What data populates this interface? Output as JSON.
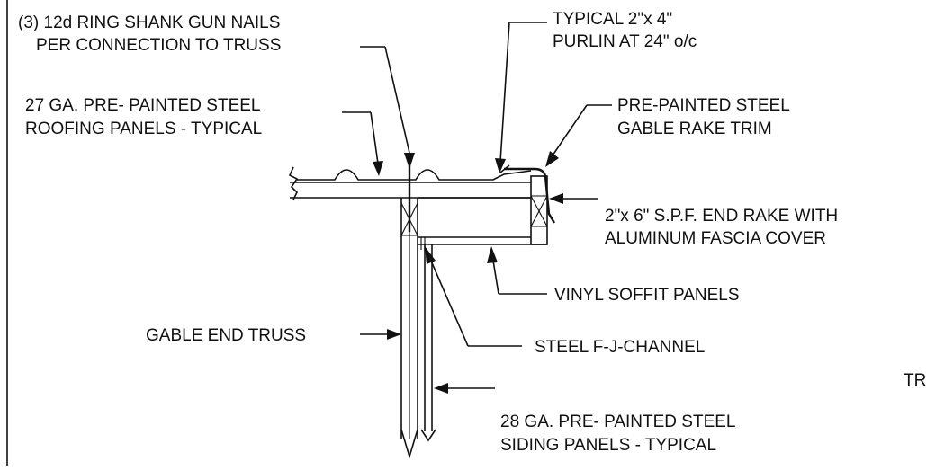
{
  "diagram": {
    "labels": {
      "nails_line1": "(3) 12d RING SHANK GUN NAILS",
      "nails_line2": "PER CONNECTION TO TRUSS",
      "purlin_line1": "TYPICAL 2\"x 4\"",
      "purlin_line2": "PURLIN AT 24\" o/c",
      "roofing_line1": "27 GA. PRE- PAINTED STEEL",
      "roofing_line2": "ROOFING PANELS - TYPICAL",
      "trim_line1": "PRE-PAINTED STEEL",
      "trim_line2": "GABLE RAKE TRIM",
      "rake_line1": "2\"x 6\" S.P.F. END RAKE WITH",
      "rake_line2": "ALUMINUM FASCIA COVER",
      "soffit": "VINYL SOFFIT PANELS",
      "truss": "GABLE END TRUSS",
      "channel": "STEEL F-J-CHANNEL",
      "cut_text": "TR",
      "siding_line1": "28 GA. PRE- PAINTED STEEL",
      "siding_line2": "SIDING PANELS - TYPICAL"
    },
    "colors": {
      "ink": "#111111",
      "paper": "#ffffff"
    }
  }
}
